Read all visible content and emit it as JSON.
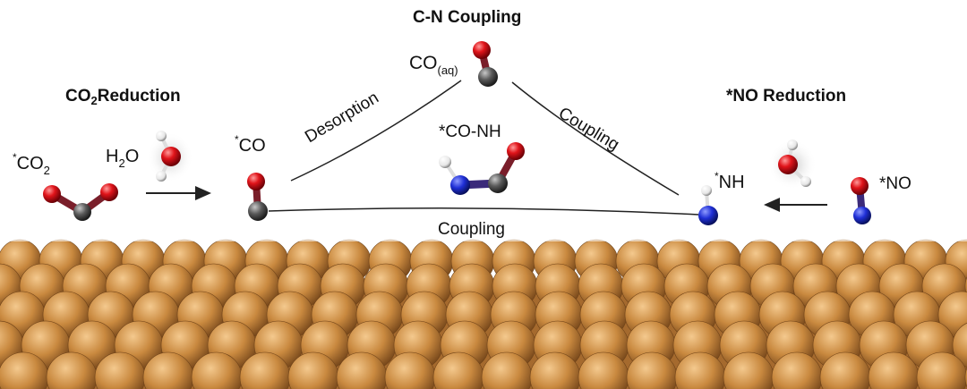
{
  "titles": {
    "co2_reduction": {
      "main": "CO",
      "sub": "2",
      "rest": "Reduction"
    },
    "cn_coupling": "C-N Coupling",
    "no_reduction": "*NO Reduction"
  },
  "species": {
    "co2": {
      "sup": "*",
      "main": "CO",
      "sub": "2"
    },
    "h2o_left": {
      "main": "H",
      "sub": "2",
      "rest": "O"
    },
    "co_ads": {
      "sup": "*",
      "main": "CO"
    },
    "co_aq": {
      "main": "CO",
      "sub": "(aq)"
    },
    "co_nh": "*CO-NH",
    "nh": {
      "sup": "*",
      "main": "NH"
    },
    "no": "*NO"
  },
  "paths": {
    "desorption": "Desorption",
    "coupling_right": "Coupling",
    "coupling_bottom": "Coupling"
  },
  "colors": {
    "oxygen": "#e0141a",
    "carbon": "#5a5a5a",
    "nitrogen": "#1f2fd6",
    "hydrogen": "#f2f2f2",
    "bond_co": "#7a1e2a",
    "bond_cn": "#3b2a7a",
    "copper": "#c9893f",
    "copper_dark": "#7a4a1c",
    "line": "#222222"
  }
}
